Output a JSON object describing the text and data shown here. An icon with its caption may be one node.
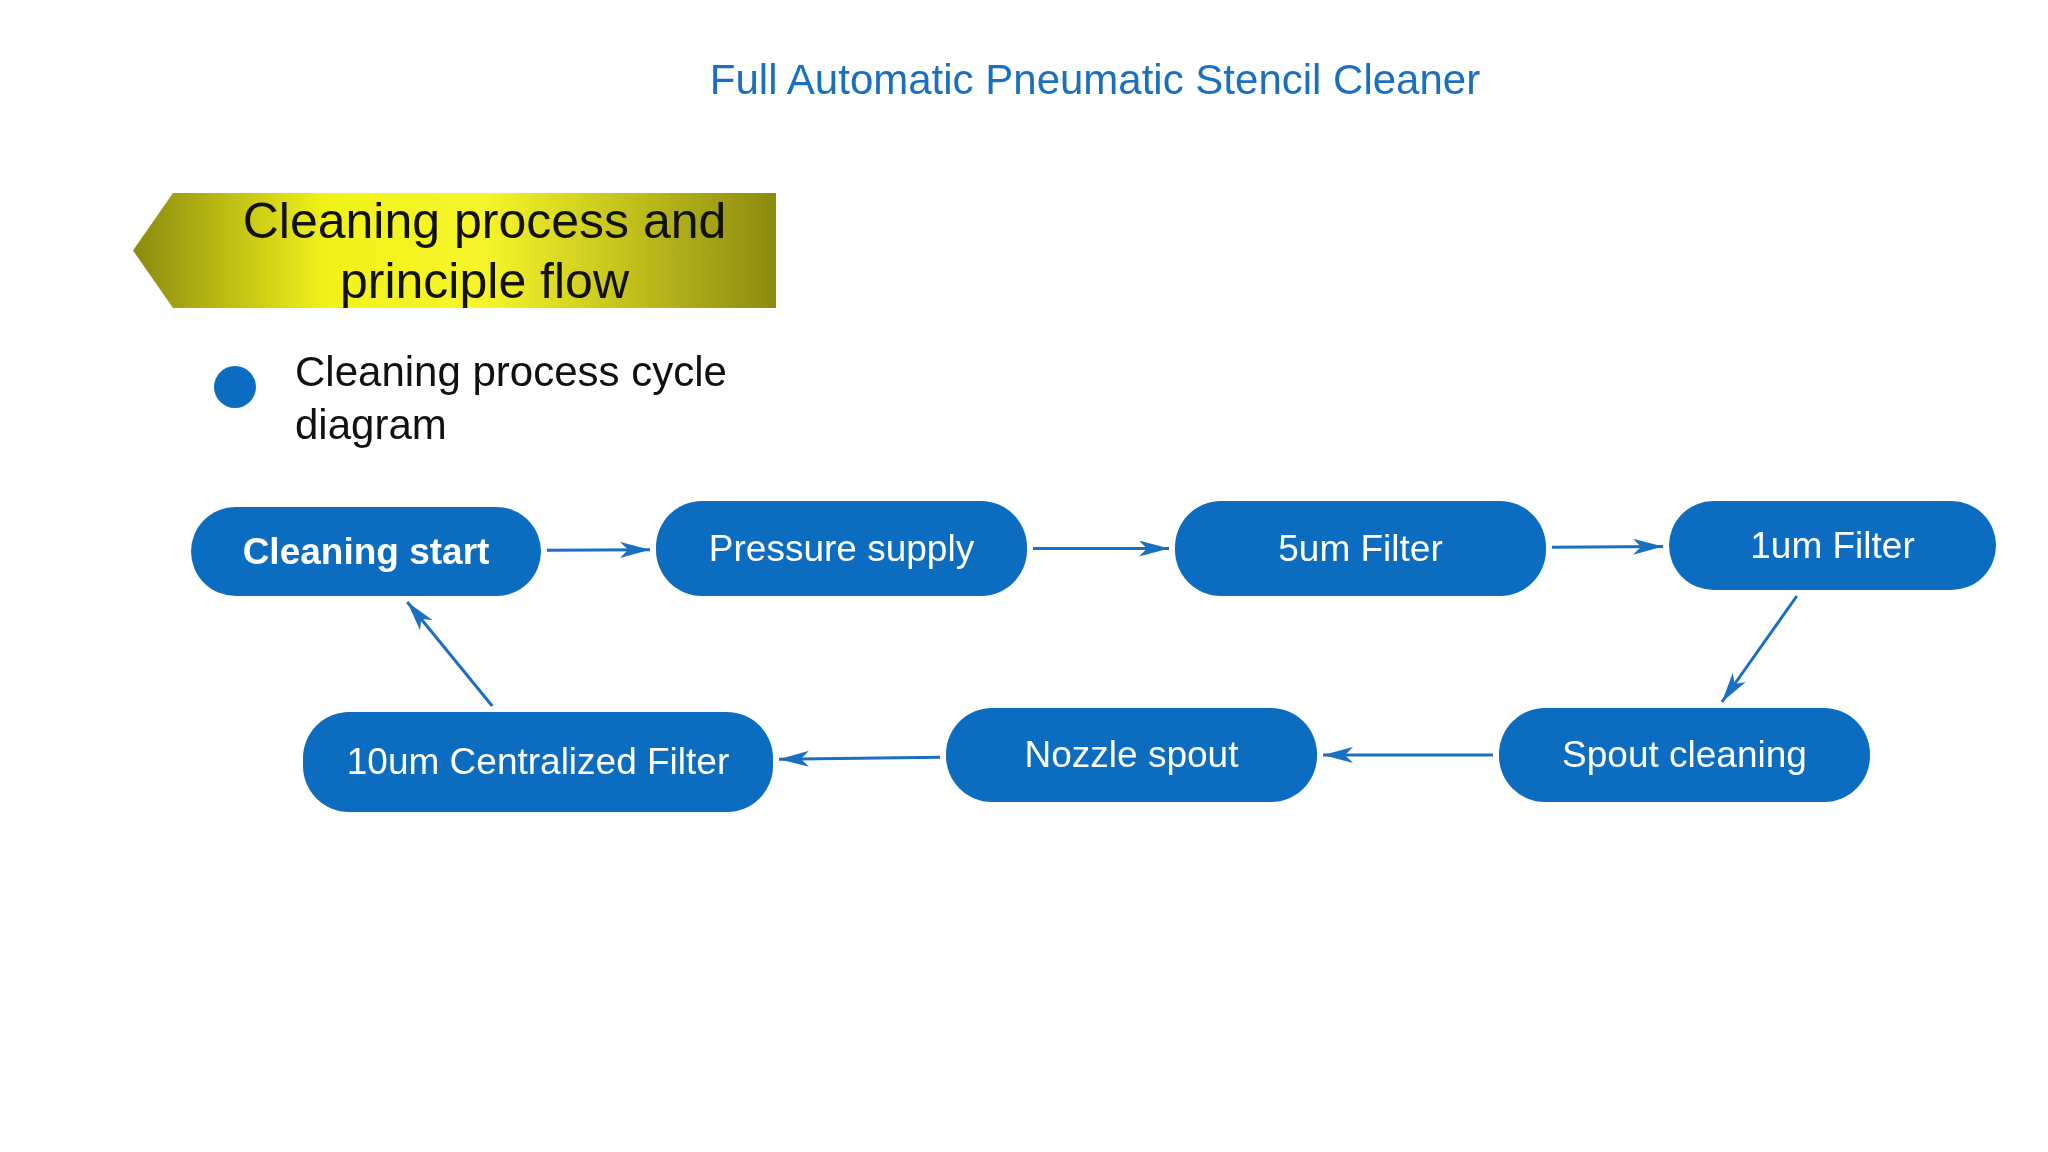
{
  "diagram": {
    "title": "Full Automatic Pneumatic Stencil Cleaner",
    "nodes": [
      {
        "text": [
          "Cleaning process and principle flow"
        ]
      },
      {
        "text": [
          "Cleaning start"
        ]
      },
      {
        "text": [
          "Pressure supply"
        ]
      },
      {
        "text": [
          "5um Filter"
        ]
      },
      {
        "text": [
          "1um Filter"
        ]
      },
      {
        "text": [
          "Spout cleaning"
        ]
      },
      {
        "text": [
          "Nozzle spout"
        ]
      },
      {
        "text": [
          "10um Centralized Filter"
        ]
      }
    ],
    "edges": [
      {
        "from": 1,
        "to": 2,
        "arrow": "to"
      },
      {
        "from": 2,
        "to": 3,
        "arrow": "to"
      },
      {
        "from": 3,
        "to": 4,
        "arrow": "to"
      },
      {
        "from": 4,
        "to": 5,
        "arrow": "to"
      },
      {
        "from": 5,
        "to": 6,
        "arrow": "to"
      },
      {
        "from": 6,
        "to": 7,
        "arrow": "to"
      },
      {
        "from": 7,
        "to": 1,
        "arrow": "to"
      }
    ],
    "labels": [
      "Cleaning process cycle diagram"
    ]
  }
}
